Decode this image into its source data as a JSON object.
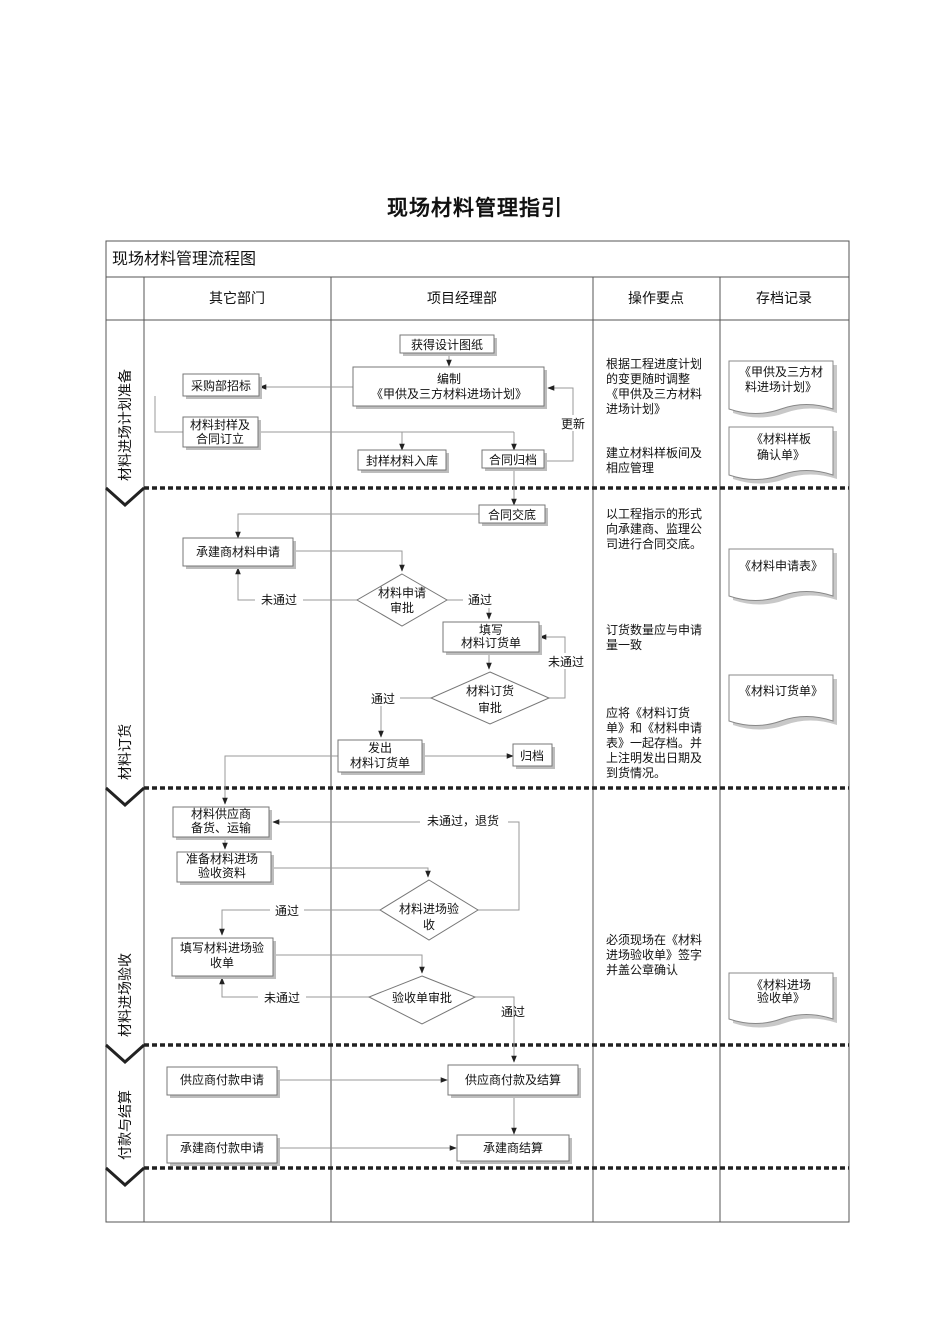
{
  "doc_title": "现场材料管理指引",
  "table_title": "现场材料管理流程图",
  "columns": [
    "其它部门",
    "项目经理部",
    "操作要点",
    "存档记录"
  ],
  "lanes": [
    "材料进场计划准备",
    "材料订货",
    "材料进场验收",
    "付款与结算"
  ],
  "boxes": {
    "get_drawings": "获得设计图纸",
    "compile_1": "编制",
    "compile_2": "《甲供及三方材料进场计划》",
    "purchasing": "采购部招标",
    "sample_contract_1": "材料封样及",
    "sample_contract_2": "合同订立",
    "sample_store": "封样材料入库",
    "contract_file": "合同归档",
    "contract_handover": "合同交底",
    "contractor_apply": "承建商材料申请",
    "fill_order_1": "填写",
    "fill_order_2": "材料订货单",
    "issue_order_1": "发出",
    "issue_order_2": "材料订货单",
    "archive": "归档",
    "supplier_prepare_1": "材料供应商",
    "supplier_prepare_2": "备货、运输",
    "prepare_docs_1": "准备材料进场",
    "prepare_docs_2": "验收资料",
    "fill_accept_1": "填写材料进场验",
    "fill_accept_2": "收单",
    "supplier_pay_apply": "供应商付款申请",
    "supplier_settle": "供应商付款及结算",
    "contractor_pay_apply": "承建商付款申请",
    "contractor_settle": "承建商结算"
  },
  "decisions": {
    "apply_review_1": "材料申请",
    "apply_review_2": "审批",
    "order_review_1": "材料订货",
    "order_review_2": "审批",
    "entry_accept_1": "材料进场验",
    "entry_accept_2": "收",
    "form_review": "验收单审批"
  },
  "labels": {
    "update": "更新",
    "not_passed": "未通过",
    "passed": "通过",
    "not_passed_return": "未通过，退货"
  },
  "notes": {
    "n1": [
      "根据工程进度计划",
      "的变更随时调整",
      "《甲供及三方材料",
      "进场计划》"
    ],
    "n2": [
      "建立材料样板间及",
      "相应管理"
    ],
    "n3": [
      "以工程指示的形式",
      "向承建商、监理公",
      "司进行合同交底。"
    ],
    "n4": [
      "订货数量应与申请",
      "量一致"
    ],
    "n5": [
      "应将《材料订货",
      "单》和《材料申请",
      "表》一起存档。并",
      "上注明发出日期及",
      "到货情况。"
    ],
    "n6": [
      "必须现场在《材料",
      "进场验收单》签字",
      "并盖公章确认"
    ]
  },
  "records": {
    "r1": [
      "《甲供及三方材",
      "料进场计划》"
    ],
    "r2": [
      "《材料样板",
      "确认单》"
    ],
    "r3": [
      "《材料申请表》"
    ],
    "r4": [
      "《材料订货单》"
    ],
    "r5": [
      "《材料进场",
      "验收单》"
    ]
  }
}
